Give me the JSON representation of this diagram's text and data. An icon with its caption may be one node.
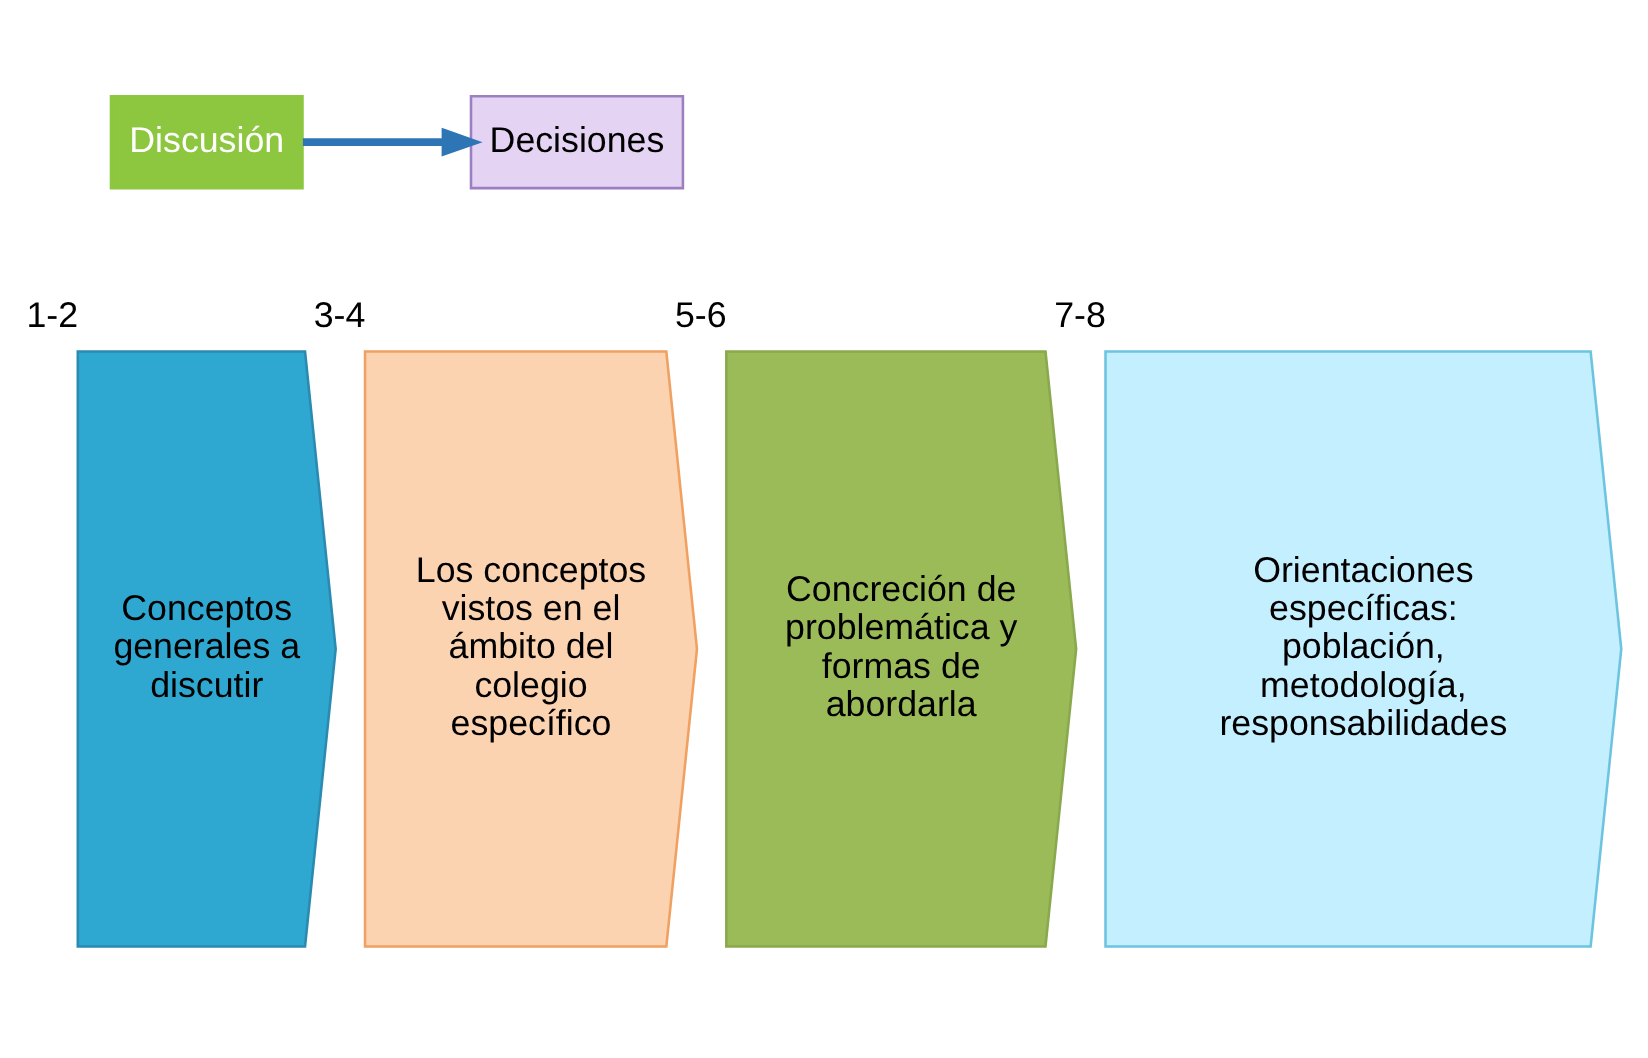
{
  "diagram": {
    "nodes": [
      {
        "text": [
          "Discusión"
        ]
      },
      {
        "text": [
          "Decisiones"
        ]
      },
      {
        "text": [
          "Conceptos generales a discutir"
        ],
        "beside": [
          "1-2"
        ]
      },
      {
        "text": [
          "Los conceptos vistos en el ámbito del colegio específico"
        ],
        "beside": [
          "3-4"
        ]
      },
      {
        "text": [
          "Concreción de problemática y formas de abordarla"
        ],
        "beside": [
          "5-6"
        ]
      },
      {
        "text": [
          "Orientaciones específicas: población, metodología, responsabilidades"
        ],
        "beside": [
          "7-8"
        ]
      }
    ],
    "edges": [
      {
        "from": 0,
        "to": 1,
        "arrow": "to"
      }
    ]
  }
}
